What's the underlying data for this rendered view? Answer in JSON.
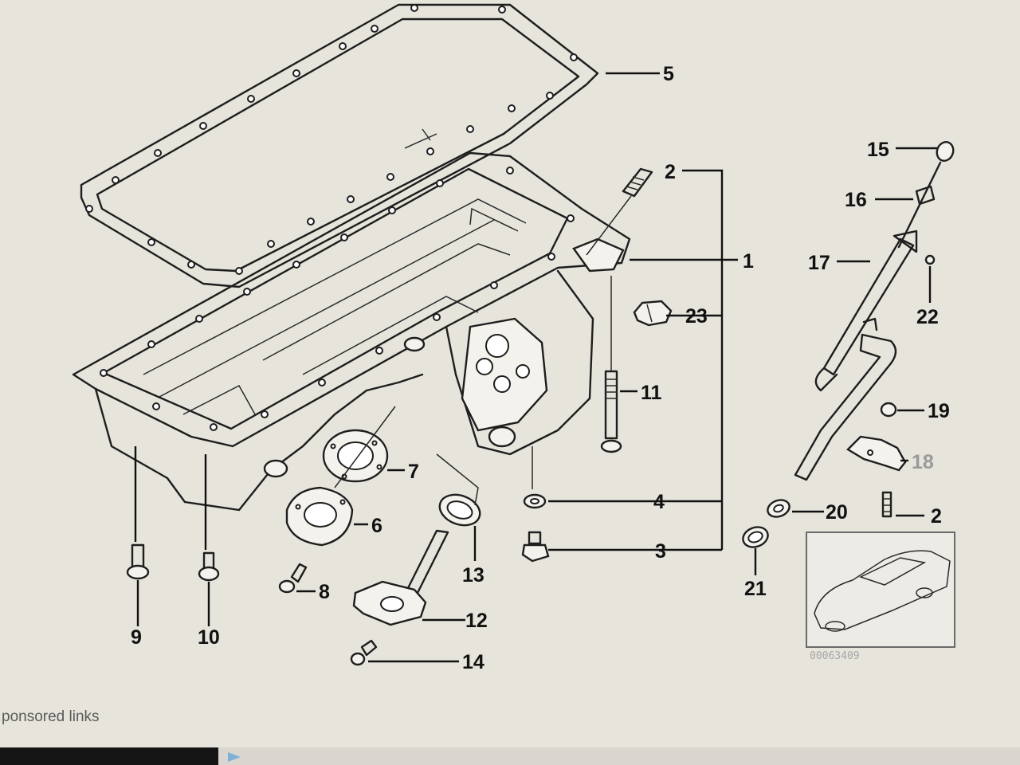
{
  "diagram": {
    "callouts": [
      {
        "id": "c1",
        "label": "1"
      },
      {
        "id": "c2a",
        "label": "2"
      },
      {
        "id": "c2b",
        "label": "2"
      },
      {
        "id": "c3",
        "label": "3"
      },
      {
        "id": "c4",
        "label": "4"
      },
      {
        "id": "c5",
        "label": "5"
      },
      {
        "id": "c6",
        "label": "6"
      },
      {
        "id": "c7",
        "label": "7"
      },
      {
        "id": "c8",
        "label": "8"
      },
      {
        "id": "c9",
        "label": "9"
      },
      {
        "id": "c10",
        "label": "10"
      },
      {
        "id": "c11",
        "label": "11"
      },
      {
        "id": "c12",
        "label": "12"
      },
      {
        "id": "c13",
        "label": "13"
      },
      {
        "id": "c14",
        "label": "14"
      },
      {
        "id": "c15",
        "label": "15"
      },
      {
        "id": "c16",
        "label": "16"
      },
      {
        "id": "c17",
        "label": "17"
      },
      {
        "id": "c18",
        "label": "18"
      },
      {
        "id": "c19",
        "label": "19"
      },
      {
        "id": "c20",
        "label": "20"
      },
      {
        "id": "c21",
        "label": "21"
      },
      {
        "id": "c22",
        "label": "22"
      },
      {
        "id": "c23",
        "label": "23"
      }
    ],
    "drawing_code": "00063409"
  },
  "footer": {
    "sponsored_text": "ponsored links"
  },
  "colors": {
    "paper": "#e7e4dc",
    "ink": "#1e1e1e",
    "faded_label": "#9a9a9a"
  }
}
